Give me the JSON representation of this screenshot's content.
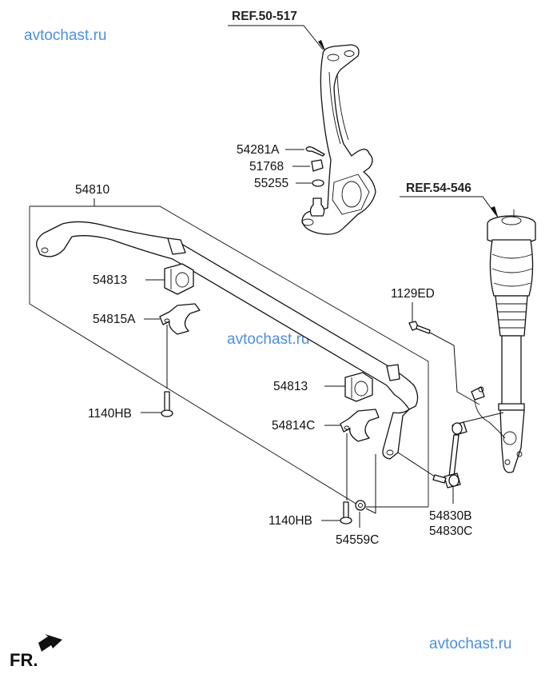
{
  "diagram": {
    "title": "Front stabilizer bar assembly",
    "watermarks": [
      "avtochast.ru",
      "avtochast.ru",
      "avtochast.ru"
    ],
    "references": [
      {
        "id": "ref-knuckle",
        "label": "REF.50-517"
      },
      {
        "id": "ref-strut",
        "label": "REF.54-546"
      }
    ],
    "callouts": [
      {
        "id": "stabilizer-bar",
        "label": "54810"
      },
      {
        "id": "split-pin",
        "label": "54281A"
      },
      {
        "id": "castle-nut",
        "label": "51768"
      },
      {
        "id": "washer",
        "label": "55255"
      },
      {
        "id": "bushing-left",
        "label": "54813"
      },
      {
        "id": "bracket-left",
        "label": "54815A"
      },
      {
        "id": "bolt-left",
        "label": "1140HB"
      },
      {
        "id": "bushing-right",
        "label": "54813"
      },
      {
        "id": "bracket-right",
        "label": "54814C"
      },
      {
        "id": "bolt-right",
        "label": "1140HB"
      },
      {
        "id": "nut",
        "label": "54559C"
      },
      {
        "id": "sensor-bolt",
        "label": "1129ED"
      },
      {
        "id": "link-a",
        "label": "54830B"
      },
      {
        "id": "link-b",
        "label": "54830C"
      }
    ],
    "direction_indicator": {
      "label": "FR.",
      "icon": "front-arrow-icon"
    }
  }
}
